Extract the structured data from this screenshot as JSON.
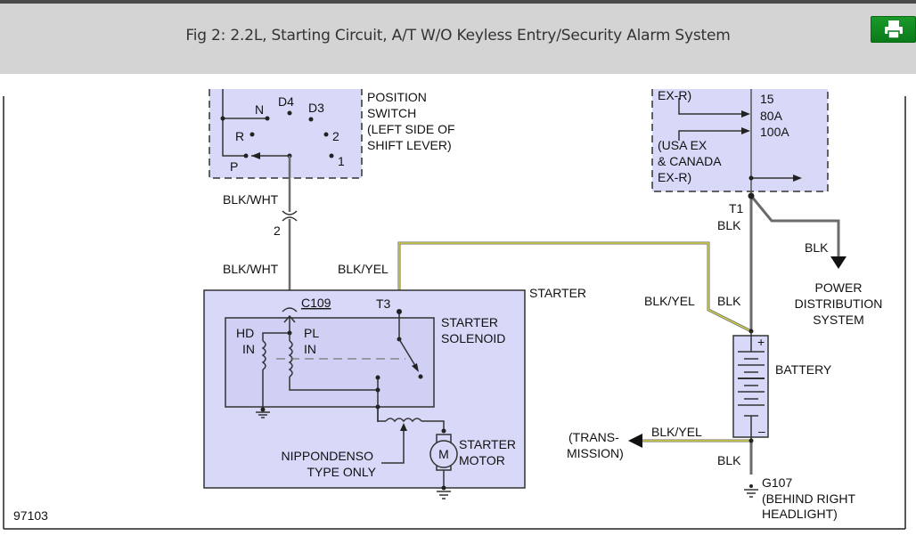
{
  "header": {
    "title": "Fig 2: 2.2L, Starting Circuit, A/T W/O Keyless Entry/Security Alarm System",
    "print_button": {
      "icon": "printer-icon",
      "color": "#0f8a1e"
    }
  },
  "colors": {
    "component_fill": "#d8d8f8",
    "wire_blk": "#6b6b6b",
    "wire_yel": "#e8e840",
    "header_bg": "#d4d4d4"
  },
  "diagram": {
    "figure_id": "97103",
    "switch": {
      "label_lines": [
        "POSITION",
        "SWITCH",
        "(LEFT SIDE OF",
        "SHIFT LEVER)"
      ],
      "positions": [
        "N",
        "D4",
        "D3",
        "R",
        "2",
        "P",
        "1"
      ]
    },
    "pdc": {
      "left_label_top": "EX-R)",
      "left_label_lines": [
        "(USA EX",
        "& CANADA",
        "EX-R)"
      ],
      "fuse_lines": [
        "15",
        "80A",
        "100A"
      ]
    },
    "wires": {
      "blk_wht_upper": "BLK/WHT",
      "connector_pin": "2",
      "blk_wht_lower": "BLK/WHT",
      "blk_yel_top": "BLK/YEL",
      "t1": "T1",
      "blk_t1": "BLK",
      "blk_pds": "BLK",
      "blk_yel_batt": "BLK/YEL",
      "blk_batt": "BLK",
      "blk_yel_trans": "BLK/YEL",
      "blk_ground": "BLK"
    },
    "starter": {
      "label": "STARTER",
      "connector": "C109",
      "terminal": "T3",
      "solenoid_lines": [
        "STARTER",
        "SOLENOID"
      ],
      "hd_lines": [
        "HD",
        "IN"
      ],
      "pl_lines": [
        "PL",
        "IN"
      ],
      "motor_symbol": "M",
      "motor_lines": [
        "STARTER",
        "MOTOR"
      ],
      "note_lines": [
        "NIPPONDENSO",
        "TYPE ONLY"
      ]
    },
    "power_distribution": [
      "POWER",
      "DISTRIBUTION",
      "SYSTEM"
    ],
    "battery": {
      "label": "BATTERY",
      "plus": "+",
      "minus": "–"
    },
    "transmission": [
      "(TRANS-",
      "MISSION)"
    ],
    "ground": {
      "id": "G107",
      "lines": [
        "(BEHIND RIGHT",
        "HEADLIGHT)"
      ]
    }
  }
}
